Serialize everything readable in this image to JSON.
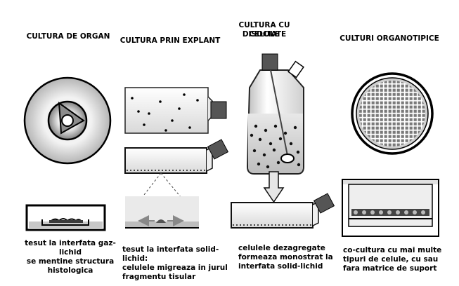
{
  "titles": {
    "organ": "CULTURA DE ORGAN",
    "explant": "CULTURA PRIN EXPLANT",
    "dissociated_1": "CULTURA CU CELULE",
    "dissociated_2": "DISOCIATE",
    "organotypic": "CULTURI ORGANOTIPICE"
  },
  "captions": {
    "organ": [
      "tesut la interfata gaz-lichid",
      "se mentine structura",
      "histologica"
    ],
    "explant": [
      "tesut la interfata solid-lichid:",
      "celulele migreaza in jurul",
      "fragmentu tisular"
    ],
    "dissociated": [
      "celulele dezagregate",
      "formeaza monostrat la",
      "interfata solid-lichid"
    ],
    "organotypic": [
      "co-cultura cu mai multe",
      "tipuri de celule, cu sau",
      "fara matrice de suport"
    ]
  },
  "colors": {
    "ink": "#000000",
    "gray_dark": "#555555",
    "gray_mid": "#999999",
    "gray_light": "#d9d9d9"
  }
}
